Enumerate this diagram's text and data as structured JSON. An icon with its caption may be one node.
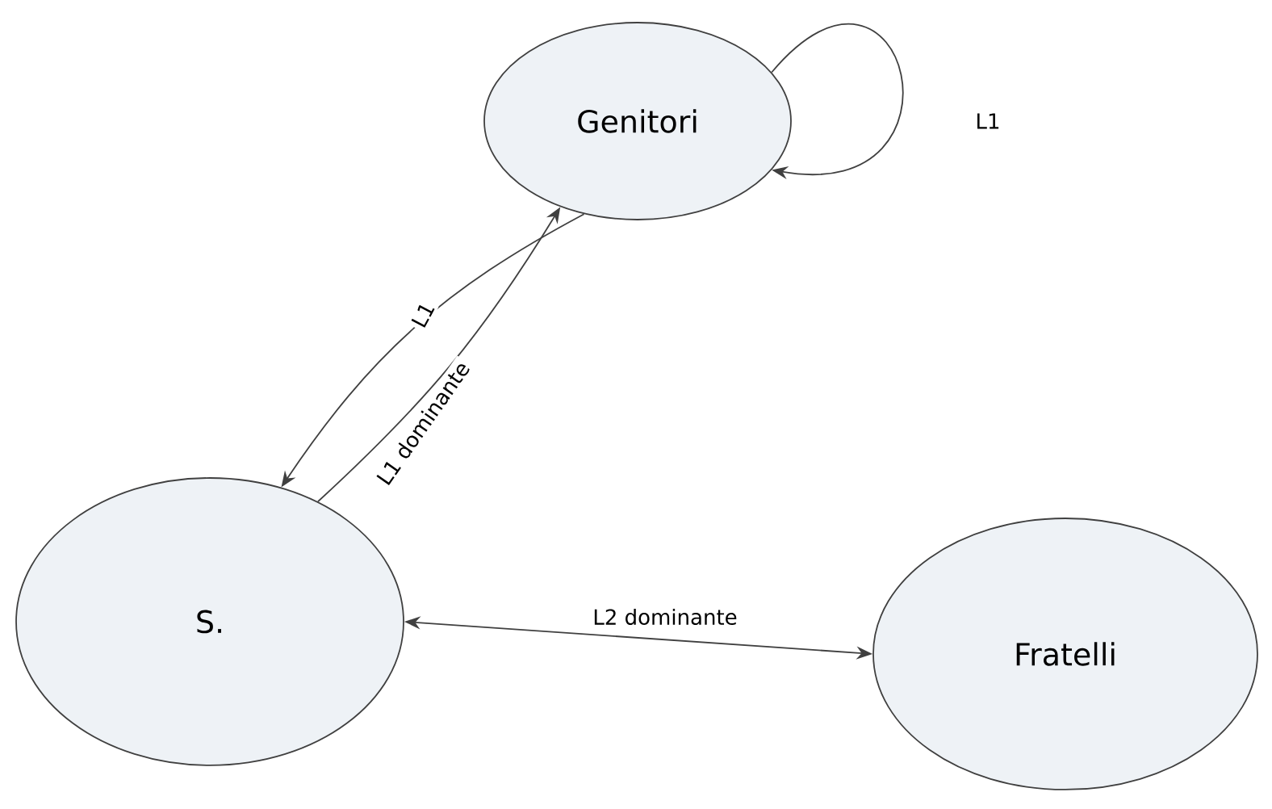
{
  "diagram": {
    "nodes": [
      {
        "text": [
          "Genitori"
        ]
      },
      {
        "text": [
          "S."
        ]
      },
      {
        "text": [
          "Fratelli"
        ]
      }
    ],
    "edges": [
      {
        "from": 0,
        "to": 0,
        "arrow": "to",
        "label": "L1"
      },
      {
        "from": 0,
        "to": 1,
        "arrow": "to",
        "label": "L1"
      },
      {
        "from": 1,
        "to": 0,
        "arrow": "to",
        "label": "L1 dominante"
      },
      {
        "from": 1,
        "to": 2,
        "arrow": "both",
        "label": "L2 dominante"
      }
    ]
  }
}
